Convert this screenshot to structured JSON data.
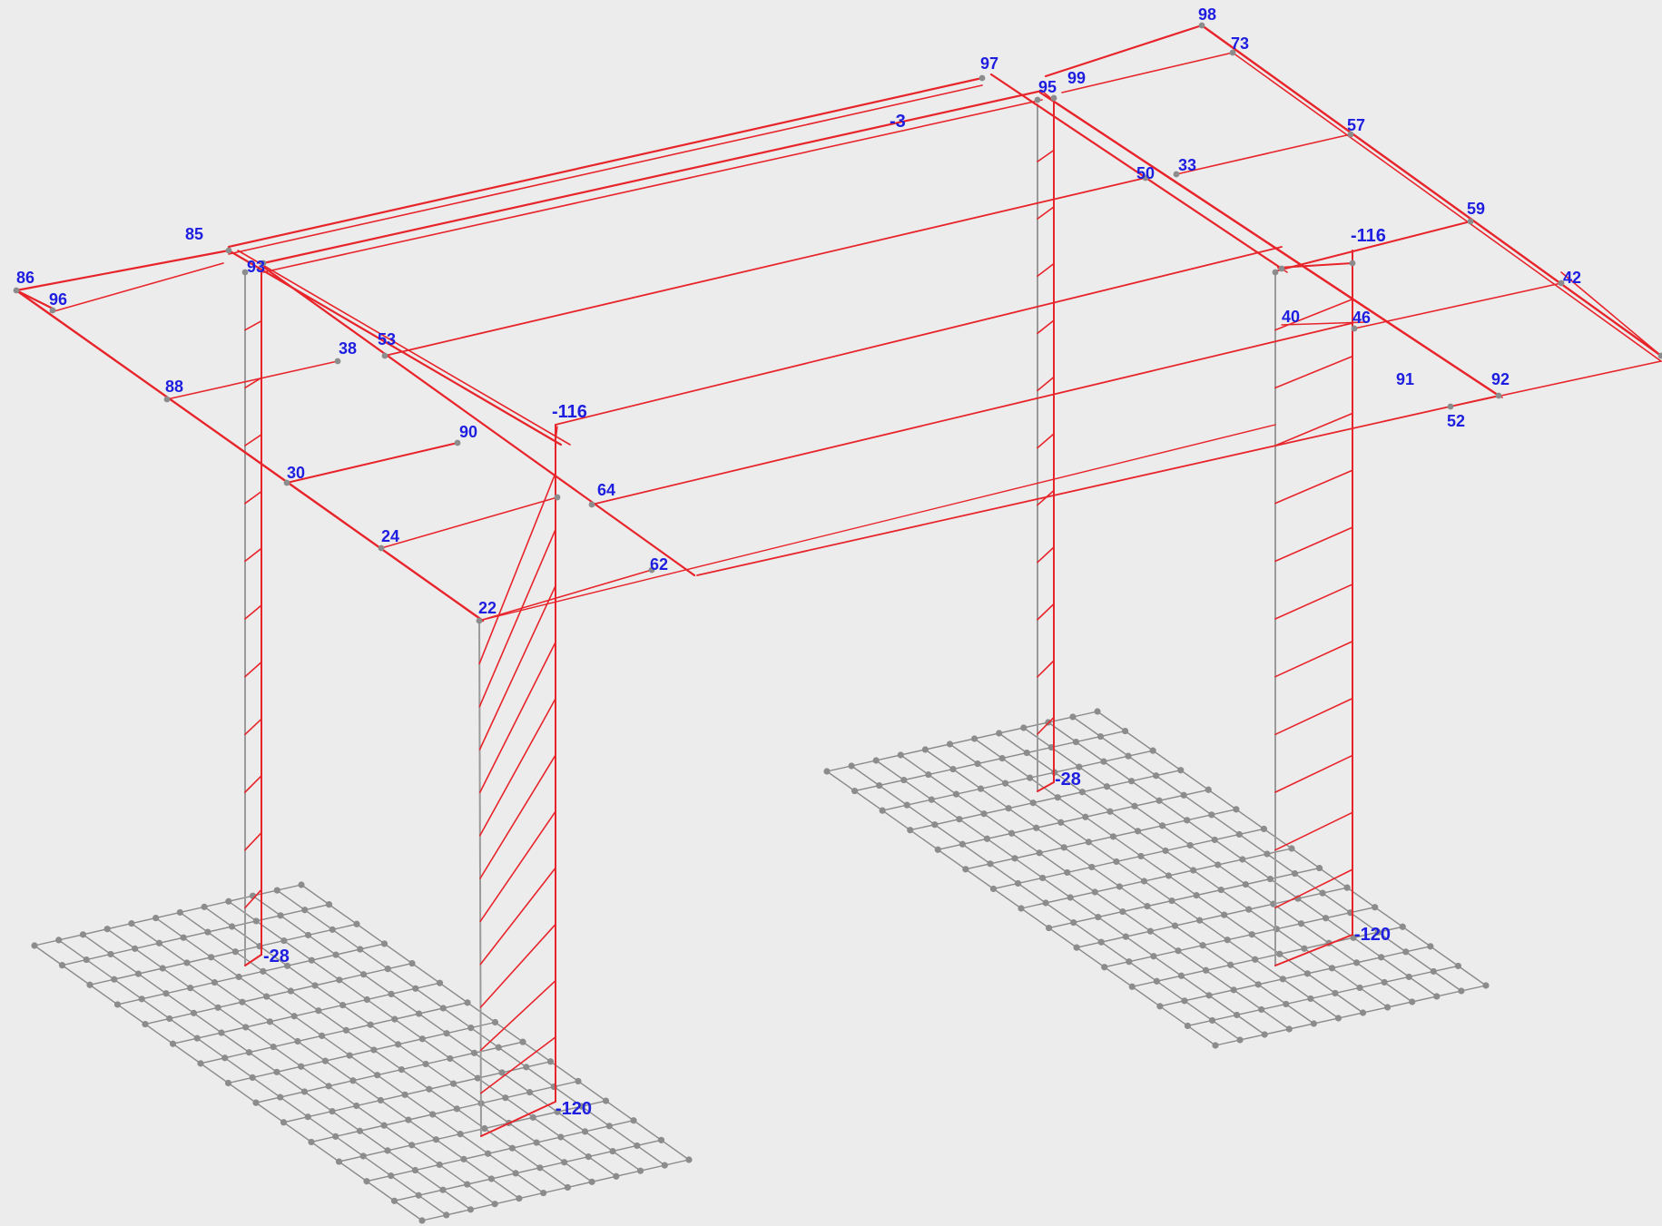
{
  "view": {
    "kind": "3D structural frame model, isometric view",
    "colors": {
      "background": "#ececec",
      "element": "#e8242b",
      "column_gray": "#9a9a9a",
      "mesh": "#8a8a8a",
      "node": "#8c8c8c",
      "label": "#1e1ee0"
    }
  },
  "labels": {
    "deck_value_top": "-3",
    "deck_value_left": "-116",
    "deck_value_right": "-116",
    "col_left_back_value": "-28",
    "col_left_front_value": "-120",
    "col_right_back_value": "-28",
    "col_right_front_value": "-120",
    "node_22": "22",
    "node_24": "24",
    "node_30": "30",
    "node_33": "33",
    "node_38": "38",
    "node_40": "40",
    "node_42": "42",
    "node_46": "46",
    "node_50": "50",
    "node_52": "52",
    "node_53": "53",
    "node_57": "57",
    "node_59": "59",
    "node_62": "62",
    "node_64": "64",
    "node_73": "73",
    "node_85": "85",
    "node_86": "86",
    "node_88": "88",
    "node_90": "90",
    "node_91": "91",
    "node_92": "92",
    "node_93": "93",
    "node_95": "95",
    "node_96": "96",
    "node_97": "97",
    "node_98": "98",
    "node_99": "99"
  }
}
